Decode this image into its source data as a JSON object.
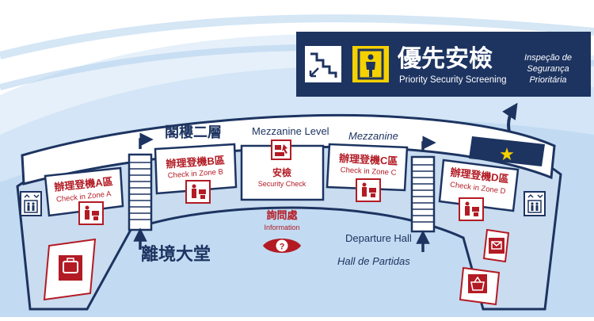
{
  "priority_sign": {
    "title_zh": "優先安檢",
    "title_en": "Priority Security Screening",
    "title_pt_line1": "Inspeção de",
    "title_pt_line2": "Segurança",
    "title_pt_line3": "Prioritária",
    "stairs_icon": "stairs-down-icon",
    "scanner_icon": "security-scanner-icon",
    "star_icon": "star-icon"
  },
  "mezzanine": {
    "label_zh": "閣樓二層",
    "label_en": "Mezzanine Level",
    "label_pt": "Mezzanine"
  },
  "checkin_zones": [
    {
      "label_zh": "辦理登機A區",
      "label_en": "Check in Zone A"
    },
    {
      "label_zh": "辦理登機B區",
      "label_en": "Check in Zone B"
    },
    {
      "label_zh": "辦理登機C區",
      "label_en": "Check in Zone C"
    },
    {
      "label_zh": "辦理登機D區",
      "label_en": "Check in Zone D"
    }
  ],
  "security_check": {
    "label_zh": "安檢",
    "label_en": "Security Check"
  },
  "information": {
    "label_zh": "詢問處",
    "label_en": "Information",
    "icon": "question-icon"
  },
  "departure_hall": {
    "label_zh": "離境大堂",
    "label_en": "Departure Hall",
    "label_pt": "Hall de Partidas"
  },
  "colors": {
    "navy": "#1d3461",
    "red": "#b31b24",
    "hall_blue": "#c9dcf0",
    "yellow": "#f5d100",
    "bg_blue": "#cfe3f5"
  }
}
